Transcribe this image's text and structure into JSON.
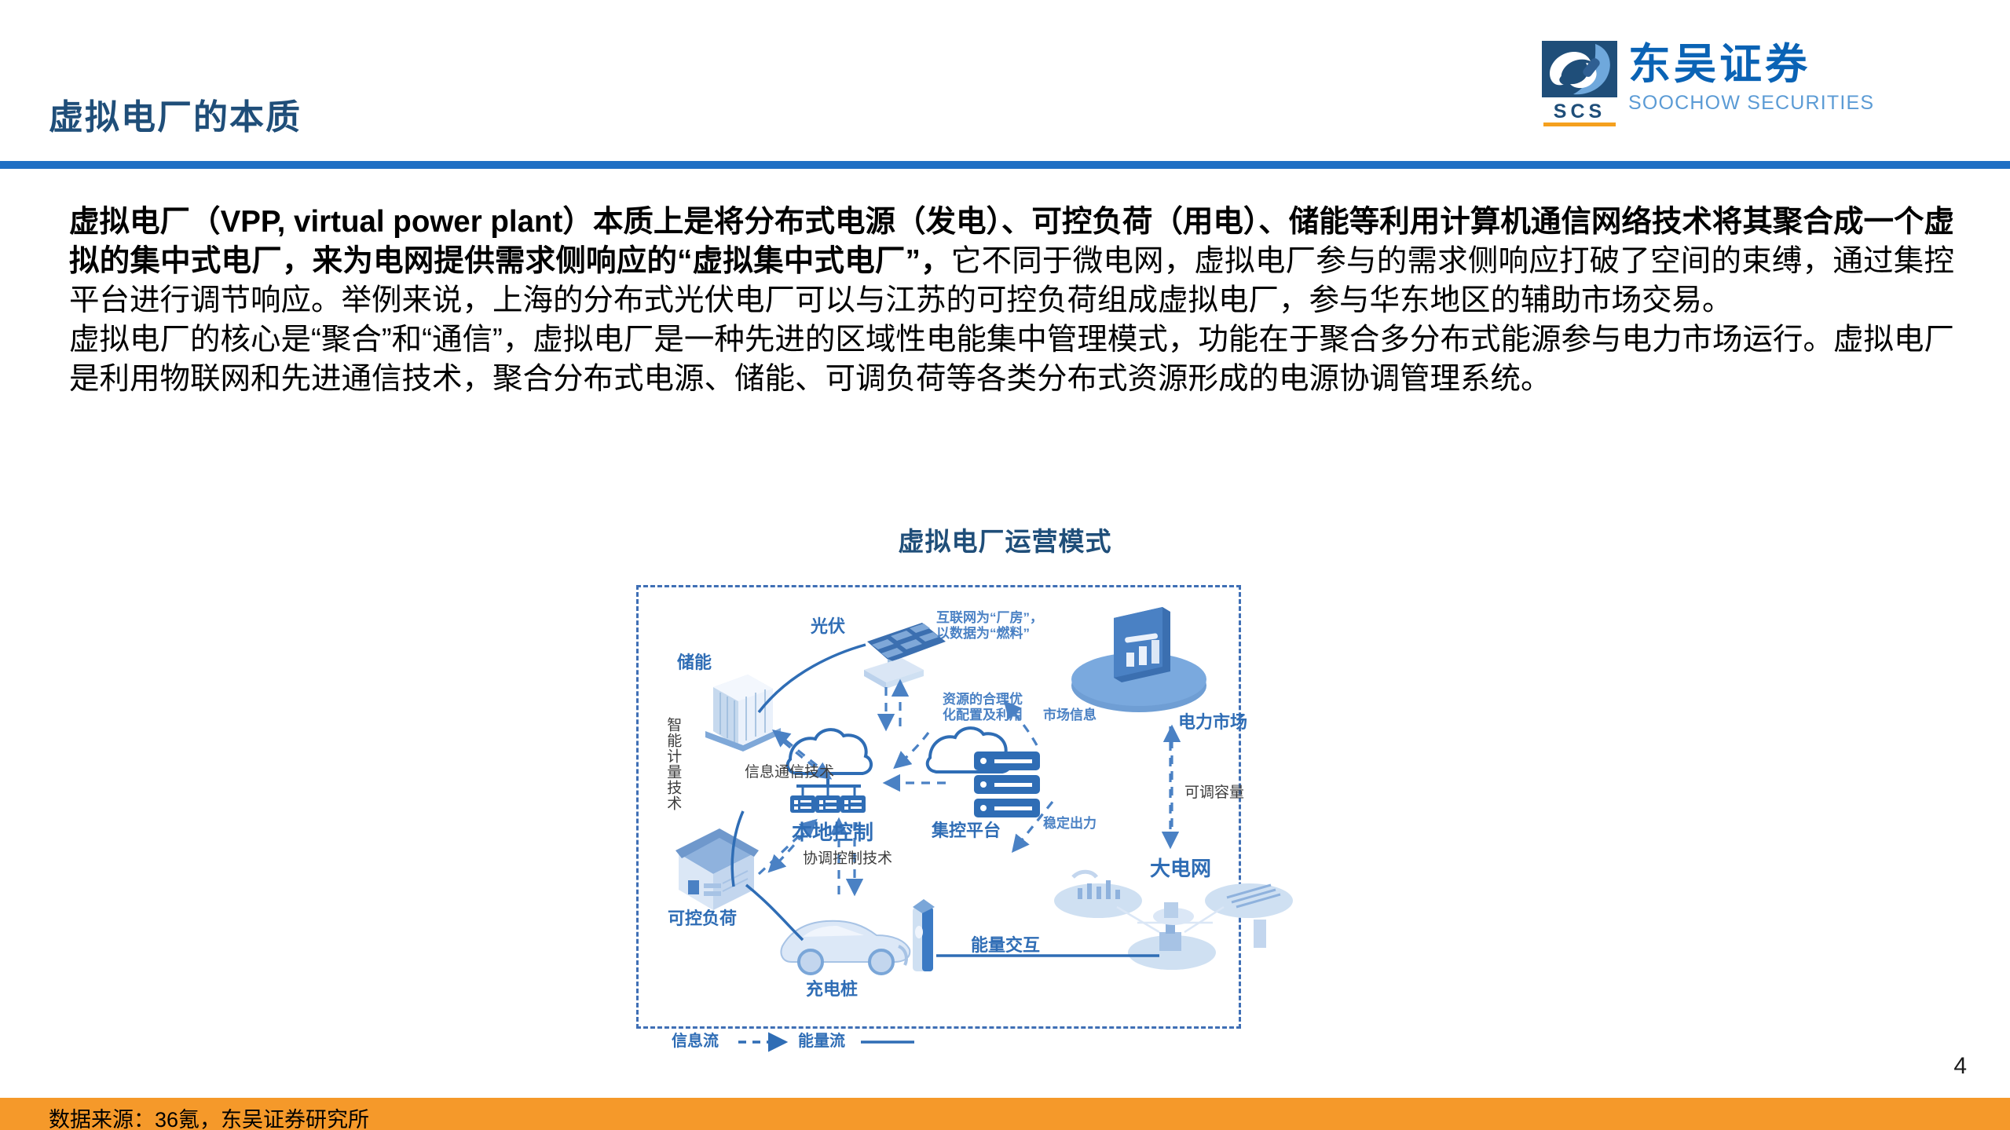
{
  "header": {
    "title": "虚拟电厂的本质",
    "rule_color": "#1f6fc4"
  },
  "logo": {
    "mark_name": "soochow-securities-mark",
    "scs": "SCS",
    "chinese_name": "东吴证券",
    "english_name": "SOOCHOW SECURITIES",
    "brand_blue": "#0a63b5",
    "accent_orange": "#f5a01e"
  },
  "body": {
    "paragraph1_bold": "虚拟电厂（VPP, virtual power plant）本质上是将分布式电源（发电）、可控负荷（用电）、储能等利用计算机通信网络技术将其聚合成一个虚拟的集中式电厂，来为电网提供需求侧响应的“虚拟集中式电厂”，",
    "paragraph1_rest": "它不同于微电网，虚拟电厂参与的需求侧响应打破了空间的束缚，通过集控平台进行调节响应。举例来说，上海的分布式光伏电厂可以与江苏的可控负荷组成虚拟电厂，参与华东地区的辅助市场交易。",
    "paragraph2": "虚拟电厂的核心是“聚合”和“通信”，虚拟电厂是一种先进的区域性电能集中管理模式，功能在于聚合多分布式能源参与电力市场运行。虚拟电厂是利用物联网和先进通信技术，聚合分布式电源、储能、可调负荷等各类分布式资源形成的电源协调管理系统。"
  },
  "figure": {
    "title": "虚拟电厂运营模式",
    "nodes": {
      "pv": "光伏",
      "storage": "储能",
      "controllable_load": "可控负荷",
      "charging_pile": "充电桩",
      "local_control": "本地控制",
      "control_platform": "集控平台",
      "power_market": "电力市场",
      "main_grid": "大电网"
    },
    "annotations": {
      "smart_metering": "智能计量技术",
      "ict": "信息通信技术",
      "coordination_control": "协调控制技术",
      "internet_factory_line1": "互联网为“厂房”，",
      "internet_factory_line2": "以数据为“燃料”",
      "resource_optimization_line1": "资源的合理优",
      "resource_optimization_line2": "化配置及利用",
      "market_info": "市场信息",
      "stable_output": "稳定出力",
      "adjustable_capacity": "可调容量",
      "energy_interaction": "能量交互"
    },
    "legend": [
      {
        "label": "信息流",
        "style": "dashed-arrow"
      },
      {
        "label": "能量流",
        "style": "solid-line"
      }
    ],
    "colors": {
      "primary": "#2f6db5",
      "light": "#a8c4e6",
      "mid": "#7aa6d8"
    }
  },
  "footer": {
    "source": "数据来源：36氪，东吴证券研究所",
    "bar_color": "#f5992a",
    "page_number": "4"
  }
}
